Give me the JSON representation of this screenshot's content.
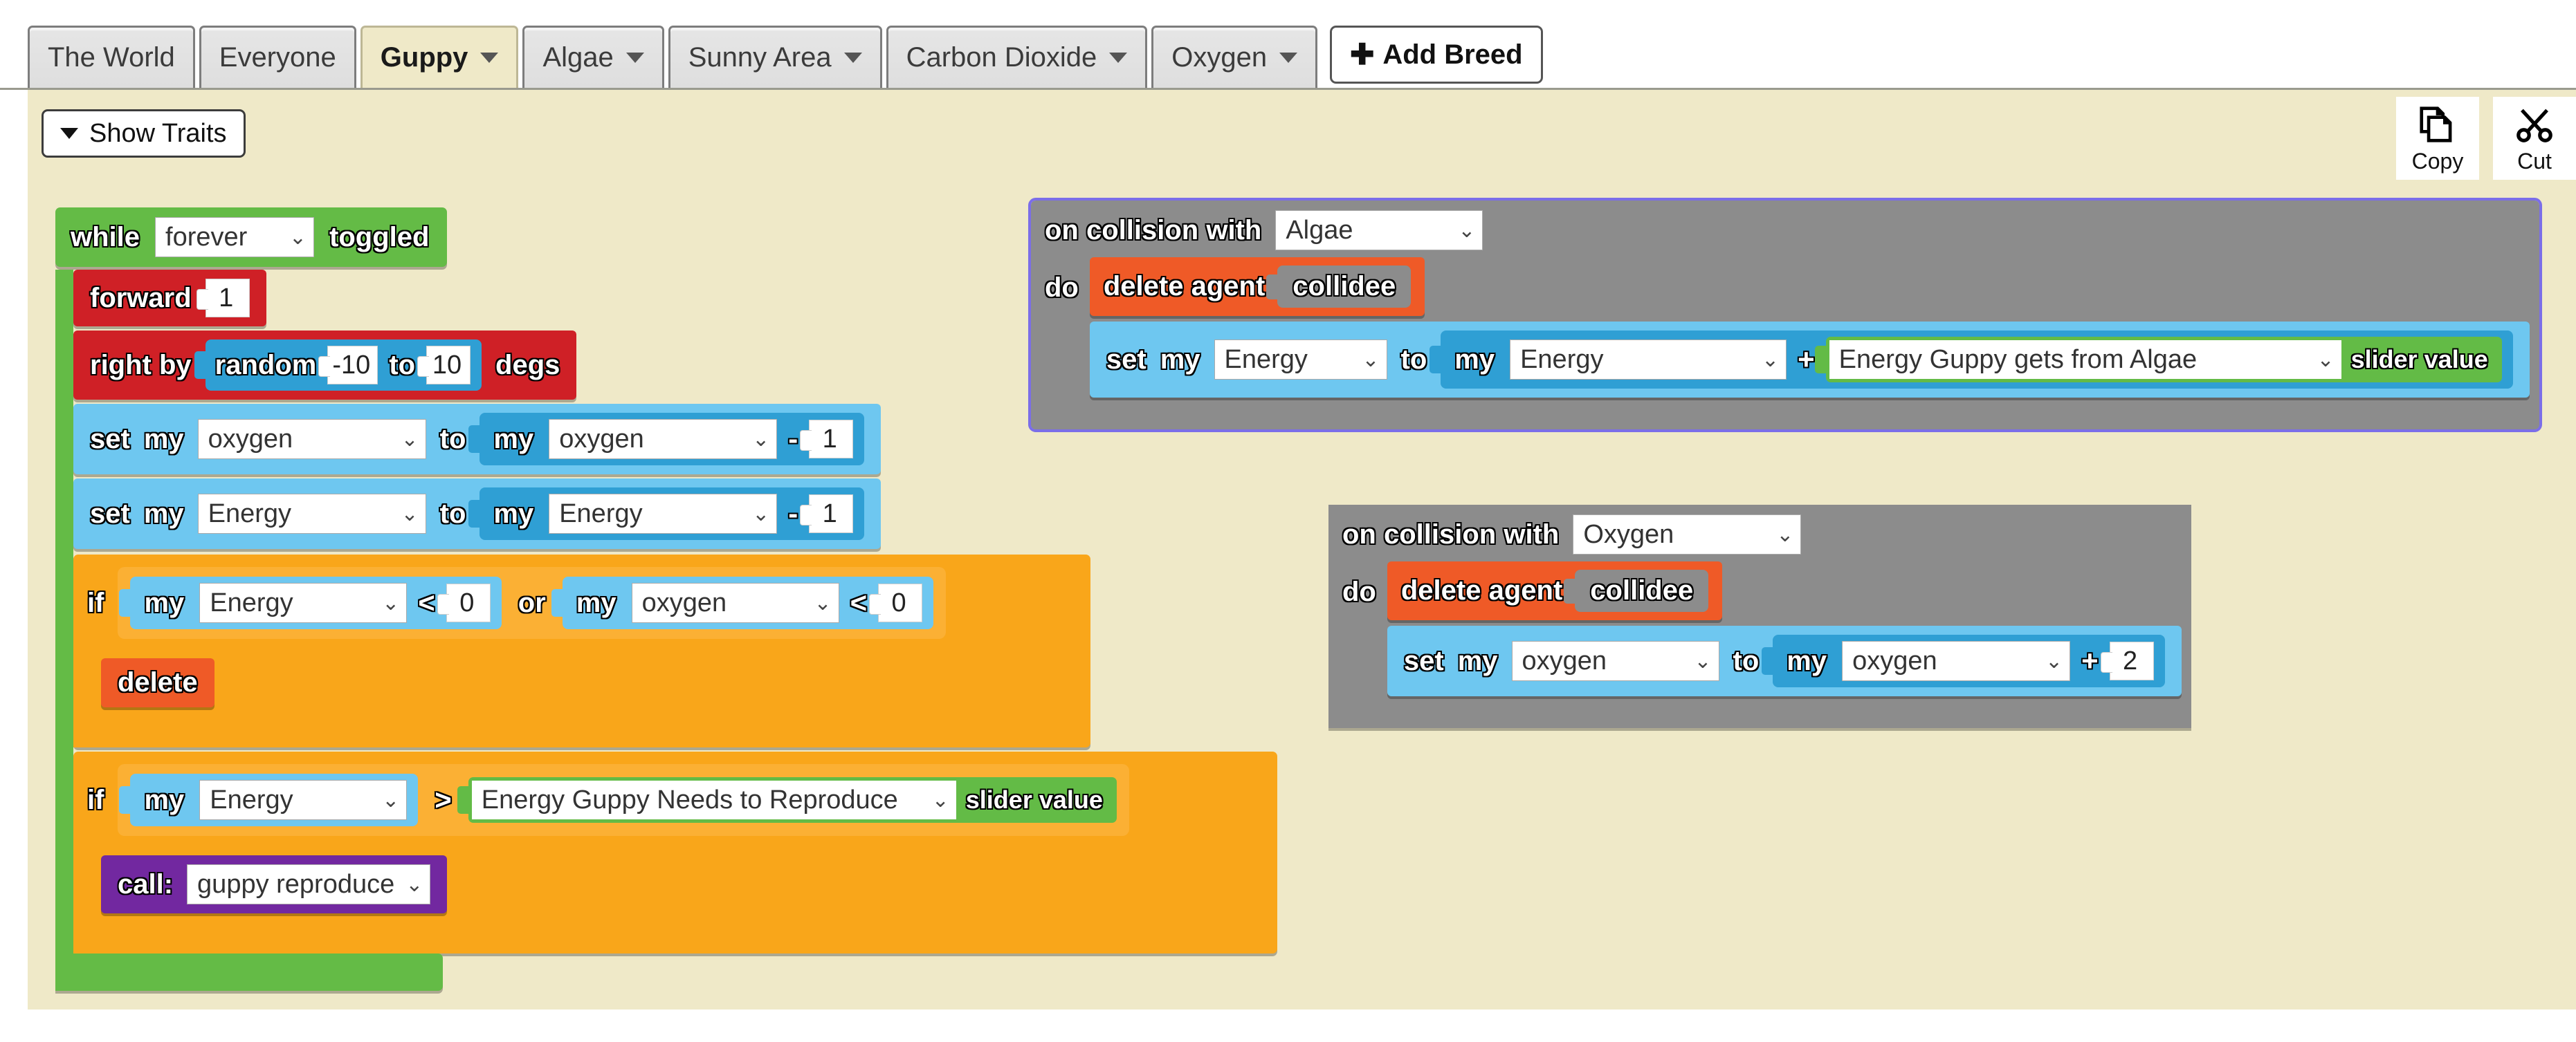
{
  "app": {
    "background_color": "#efe9c8",
    "canvas_color": "#efe9c8"
  },
  "tabbar": {
    "tabs": [
      {
        "label": "The World",
        "has_caret": false,
        "active": false
      },
      {
        "label": "Everyone",
        "has_caret": false,
        "active": false
      },
      {
        "label": "Guppy",
        "has_caret": true,
        "active": true
      },
      {
        "label": "Algae",
        "has_caret": true,
        "active": false
      },
      {
        "label": "Sunny Area",
        "has_caret": true,
        "active": false
      },
      {
        "label": "Carbon Dioxide",
        "has_caret": true,
        "active": false
      },
      {
        "label": "Oxygen",
        "has_caret": true,
        "active": false
      }
    ],
    "add_breed_label": "Add Breed",
    "add_breed_icon": "plus-icon"
  },
  "toolbar": {
    "show_traits_label": "Show Traits",
    "copy_label": "Copy",
    "cut_label": "Cut",
    "copy_icon": "copy-icon",
    "cut_icon": "scissors-icon"
  },
  "colors": {
    "green": "#64bb46",
    "red": "#cf2026",
    "light_blue": "#6ec7f0",
    "blue": "#2f9fd4",
    "orange": "#f9a61a",
    "purple": "#7228a0",
    "gray": "#8c8c8c",
    "delete_orange": "#ef5a27",
    "selection": "#7b6ee8"
  },
  "scripts": {
    "main_loop": {
      "while_label": "while",
      "while_condition": "forever",
      "toggled_label": "toggled",
      "forward": {
        "label": "forward",
        "value": "1"
      },
      "right_by": {
        "label": "right by",
        "random_label": "random",
        "min": "-10",
        "to_label": "to",
        "max": "10",
        "degs_label": "degs"
      },
      "set_oxygen": {
        "set_label": "set",
        "my_label": "my",
        "target": "oxygen",
        "to_label": "to",
        "operand_my": "my",
        "operand_var": "oxygen",
        "operator": "-",
        "amount": "1"
      },
      "set_energy": {
        "set_label": "set",
        "my_label": "my",
        "target": "Energy",
        "to_label": "to",
        "operand_my": "my",
        "operand_var": "Energy",
        "operator": "-",
        "amount": "1"
      },
      "if_death": {
        "if_label": "if",
        "left": {
          "my_label": "my",
          "var": "Energy",
          "operator": "<",
          "value": "0"
        },
        "or_label": "or",
        "right": {
          "my_label": "my",
          "var": "oxygen",
          "operator": "<",
          "value": "0"
        },
        "then": {
          "delete_label": "delete"
        }
      },
      "if_reproduce": {
        "if_label": "if",
        "left": {
          "my_label": "my",
          "var": "Energy"
        },
        "operator": ">",
        "right_slider": "Energy Guppy Needs to Reproduce",
        "slider_value_label": "slider value",
        "then": {
          "call_label": "call:",
          "procedure": "guppy reproduce"
        }
      }
    },
    "collision_algae": {
      "header_label": "on collision with",
      "target": "Algae",
      "do_label": "do",
      "delete_agent": {
        "label": "delete agent",
        "chip": "collidee"
      },
      "set_energy": {
        "set_label": "set",
        "my_label": "my",
        "target": "Energy",
        "to_label": "to",
        "operand_my": "my",
        "operand_var": "Energy",
        "operator": "+",
        "slider_name": "Energy Guppy gets from Algae",
        "slider_value_label": "slider value"
      },
      "selected": true
    },
    "collision_oxygen": {
      "header_label": "on collision with",
      "target": "Oxygen",
      "do_label": "do",
      "delete_agent": {
        "label": "delete agent",
        "chip": "collidee"
      },
      "set_oxygen": {
        "set_label": "set",
        "my_label": "my",
        "target": "oxygen",
        "to_label": "to",
        "operand_my": "my",
        "operand_var": "oxygen",
        "operator": "+",
        "amount": "2"
      },
      "selected": false
    }
  }
}
